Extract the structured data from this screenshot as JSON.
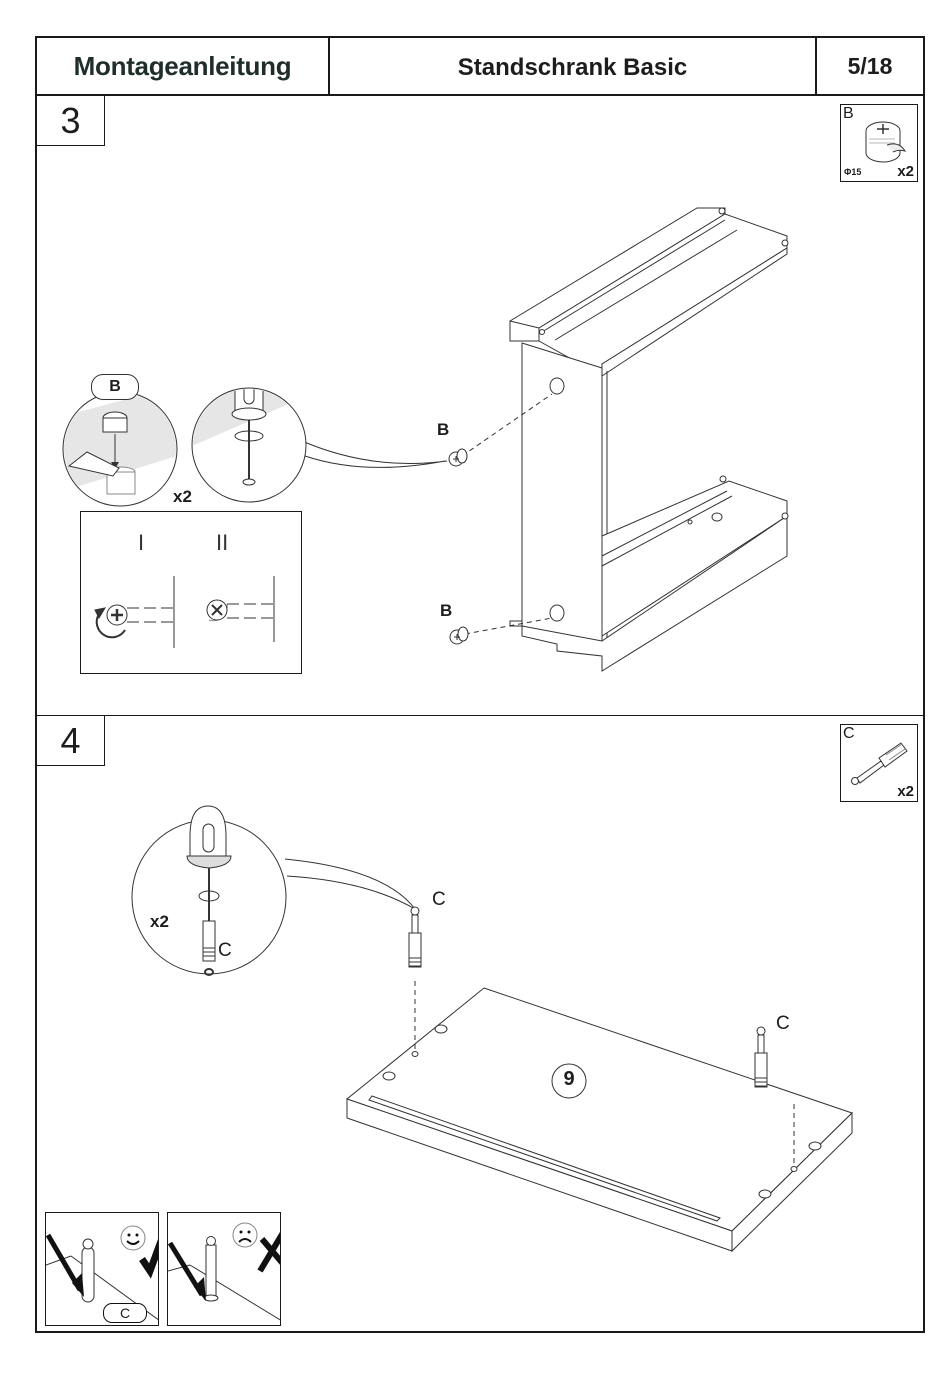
{
  "header": {
    "doc_type": "Montageanleitung",
    "product": "Standschrank Basic",
    "page": "5/18"
  },
  "colors": {
    "line": "#1a1a1a",
    "header_text": "#1f2d2b",
    "shade": "#e6e6e6"
  },
  "steps": [
    {
      "number": "3",
      "part": {
        "letter": "B",
        "quantity": "x2",
        "diameter": "Φ15",
        "icon": "cam-lock-fitting-icon"
      },
      "detail_callout": {
        "part_label": "B",
        "quantity": "x2"
      },
      "rotation_box": {
        "label_1": "I",
        "label_2": "II"
      },
      "main_labels": [
        "B",
        "B"
      ]
    },
    {
      "number": "4",
      "part": {
        "letter": "C",
        "quantity": "x2",
        "icon": "cam-bolt-dowel-icon"
      },
      "detail_callout": {
        "part_label": "C",
        "quantity": "x2"
      },
      "main_labels": [
        "C",
        "C"
      ],
      "panel_number": "9",
      "check_boxes": [
        {
          "state": "correct",
          "face": "smiley-icon",
          "mark": "check-mark-icon",
          "part_label": "C"
        },
        {
          "state": "wrong",
          "face": "frown-icon",
          "mark": "x-mark-icon"
        }
      ]
    }
  ]
}
